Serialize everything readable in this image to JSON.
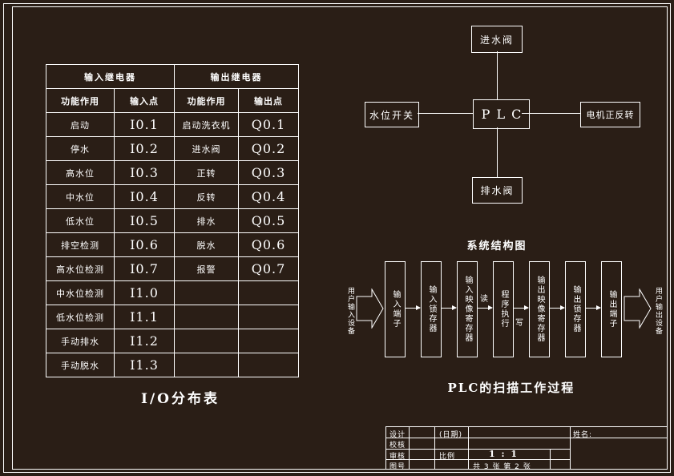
{
  "io_table": {
    "caption": "I/O分布表",
    "col_headers": {
      "input_group": "输入继电器",
      "output_group": "输出继电器"
    },
    "subheaders": [
      "功能作用",
      "输入点",
      "功能作用",
      "输出点"
    ],
    "rows": [
      [
        "启动",
        "I0.1",
        "启动洗衣机",
        "Q0.1"
      ],
      [
        "停水",
        "I0.2",
        "进水阀",
        "Q0.2"
      ],
      [
        "高水位",
        "I0.3",
        "正转",
        "Q0.3"
      ],
      [
        "中水位",
        "I0.4",
        "反转",
        "Q0.4"
      ],
      [
        "低水位",
        "I0.5",
        "排水",
        "Q0.5"
      ],
      [
        "排空检测",
        "I0.6",
        "脱水",
        "Q0.6"
      ],
      [
        "高水位检测",
        "I0.7",
        "报警",
        "Q0.7"
      ],
      [
        "中水位检测",
        "I1.0",
        "",
        ""
      ],
      [
        "低水位检测",
        "I1.1",
        "",
        ""
      ],
      [
        "手动排水",
        "I1.2",
        "",
        ""
      ],
      [
        "手动脱水",
        "I1.3",
        "",
        ""
      ]
    ]
  },
  "system_diagram": {
    "caption": "系统结构图",
    "plc": "PLC",
    "top_box": "进水阀",
    "left_box": "水位开关",
    "right_box": "电机正反转",
    "bottom_box": "排水阀"
  },
  "scan_diagram": {
    "caption": "PLC的扫描工作过程",
    "left_device": "用户输入设备",
    "right_device": "用户输出设备",
    "stages": [
      "输入端子",
      "输入锁存器",
      "输入映像寄存器",
      "程序执行",
      "输出映像寄存器",
      "输出锁存器",
      "输出端子"
    ],
    "read_label": "读",
    "write_label": "写"
  },
  "title_block": {
    "design_label": "设计",
    "check_label": "校核",
    "review_label": "审核",
    "drawing_no_label": "图号",
    "date_label": "(日期)",
    "name_label": "姓名:",
    "scale_label": "比例",
    "scale_value": "1 : 1",
    "sheets_text": "共 3 张 第 2 张"
  }
}
